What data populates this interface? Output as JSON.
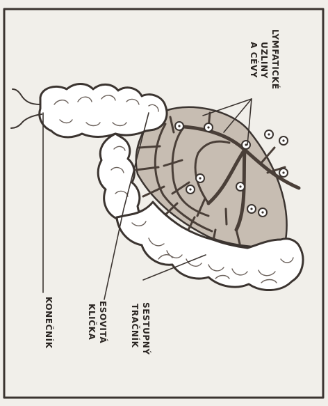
{
  "labels": {
    "lymph_line1": "LYMFATICKÉ",
    "lymph_line2": "UZLINY",
    "lymph_line3": "A CÉVY",
    "descending_line1": "SESTUPNÝ",
    "descending_line2": "TRAČNÍK",
    "sigmoid_line1": "ESOVITÁ",
    "sigmoid_line2": "KLIČKA",
    "rectum": "KONEČNÍK"
  },
  "colors": {
    "background": "#f1efea",
    "outline": "#3b3430",
    "colon_fill": "#ffffff",
    "mesentery_fill": "#c7bdb2"
  }
}
